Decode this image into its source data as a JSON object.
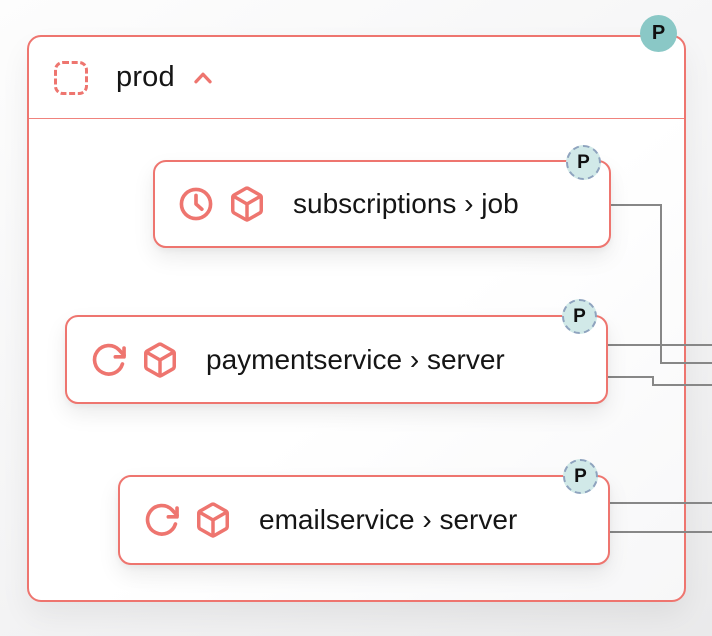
{
  "diagram": {
    "group": {
      "label": "prod",
      "badge": "P",
      "collapse_icon": "chevron-up-icon",
      "type_icon": "dashed-square-icon"
    },
    "nodes": [
      {
        "label": "subscriptions › job",
        "badge": "P",
        "icons": [
          "clock-icon",
          "cube-icon"
        ]
      },
      {
        "label": "paymentservice › server",
        "badge": "P",
        "icons": [
          "refresh-icon",
          "cube-icon"
        ]
      },
      {
        "label": "emailservice › server",
        "badge": "P",
        "icons": [
          "refresh-icon",
          "cube-icon"
        ]
      }
    ],
    "colors": {
      "accent": "#EE756F",
      "divider": "#F0837D",
      "badge_solid_fill": "#8AC8C6",
      "badge_light_fill": "#D1E9E8",
      "badge_dashed_border": "#8EA3BE",
      "connector": "#878787",
      "text": "#151515"
    }
  }
}
